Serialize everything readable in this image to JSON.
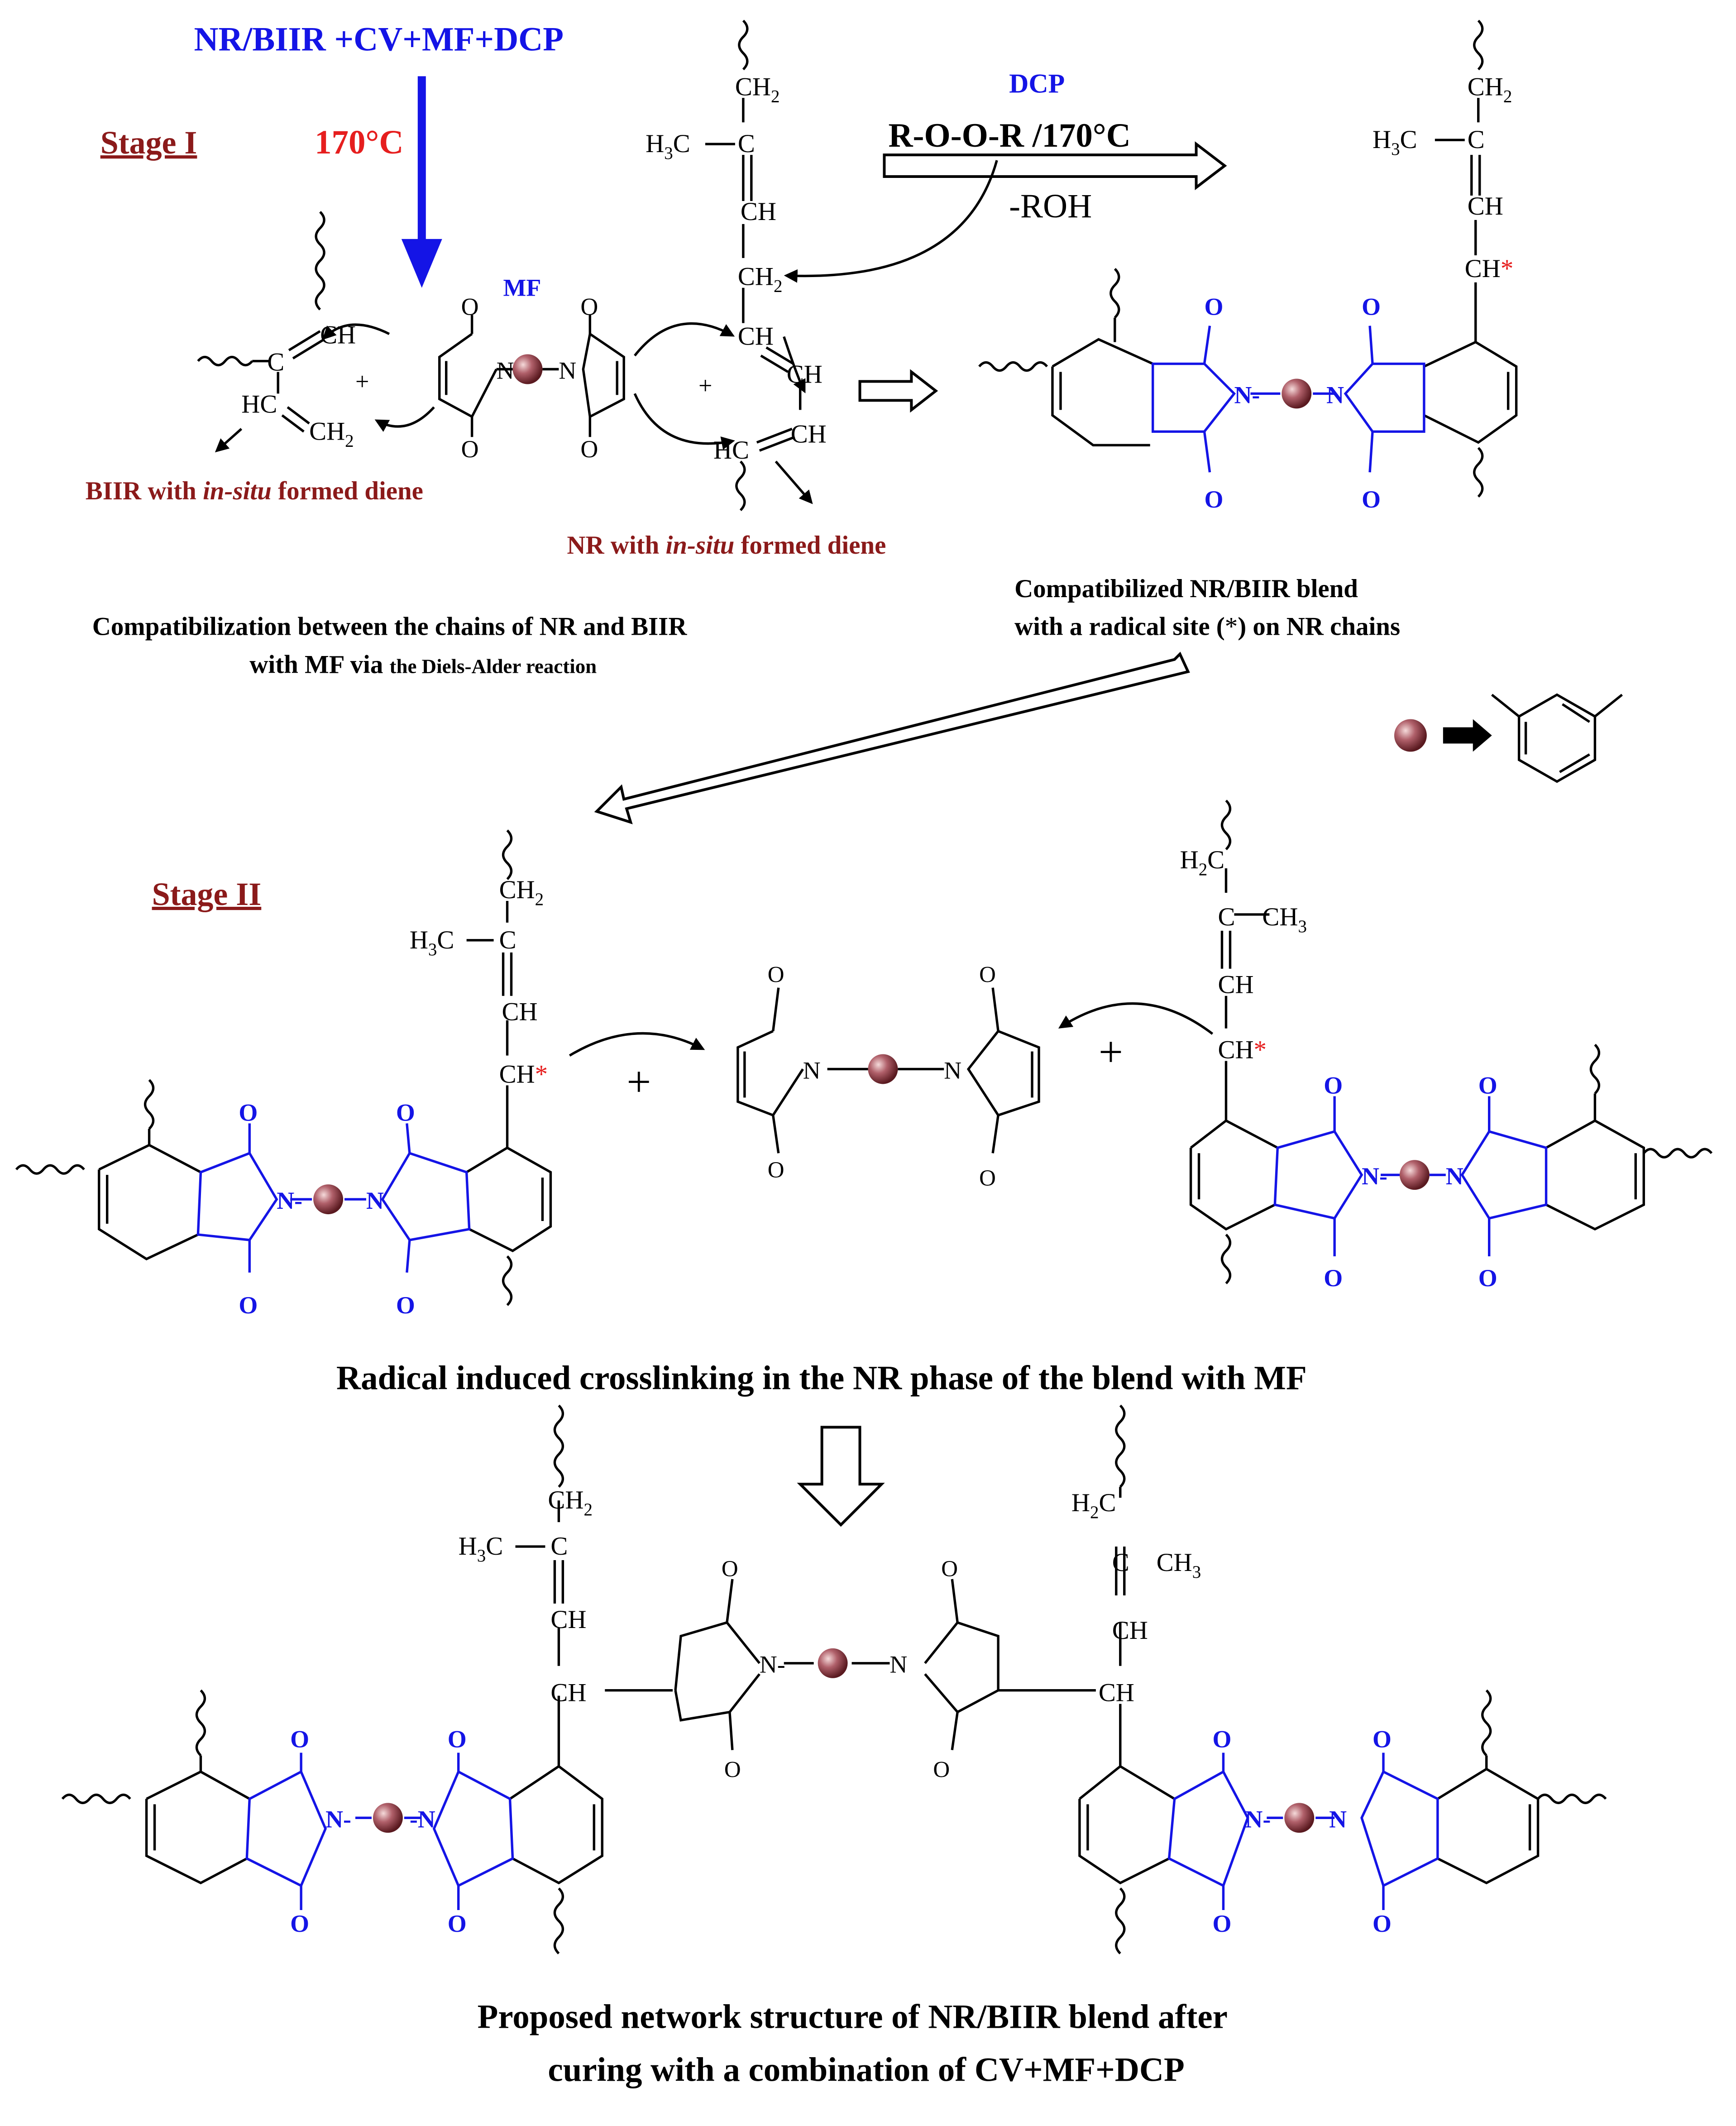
{
  "colors": {
    "black": "#000000",
    "blue": "#1414e6",
    "red": "#e61e1e",
    "maroon": "#8b1a1a",
    "bead": "#a0525a"
  },
  "header": {
    "reactants": "NR/BIIR +CV+MF+DCP",
    "temperature": "170°C",
    "stage1": "Stage I",
    "stage2": "Stage II"
  },
  "labels": {
    "mf": "MF",
    "dcp": "DCP",
    "peroxide": "R-O-O-R /170°C",
    "roh": "-ROH",
    "biir_pre": "BIIR with ",
    "insitu": "in-situ",
    "diene_post": " formed diene",
    "nr_pre": "NR with ",
    "caption1_line1": "Compatibilization between the chains of  NR and BIIR",
    "caption1_line2a": "with MF via ",
    "caption1_line2b": "the Diels-Alder reaction",
    "caption2_line1": "Compatibilized NR/BIIR blend",
    "caption2_line2a": "with a radical site (",
    "caption2_star": "*",
    "caption2_line2b": ") on NR chains",
    "caption3": "Radical induced crosslinking in the NR phase of the blend with MF",
    "caption4_line1": "Proposed network structure of NR/BIIR blend after",
    "caption4_line2": "curing with a combination of CV+MF+DCP"
  },
  "atoms": {
    "o": "O",
    "n": "N",
    "n_dash": "N-",
    "dash_n": "-N",
    "ch": "CH",
    "ch2": "CH",
    "hc": "HC",
    "h3c_h": "H",
    "sub3": "3",
    "sub2": "2",
    "c": "C",
    "ch3": "CH",
    "h2c": "H",
    "plus": "+",
    "star": "*"
  }
}
